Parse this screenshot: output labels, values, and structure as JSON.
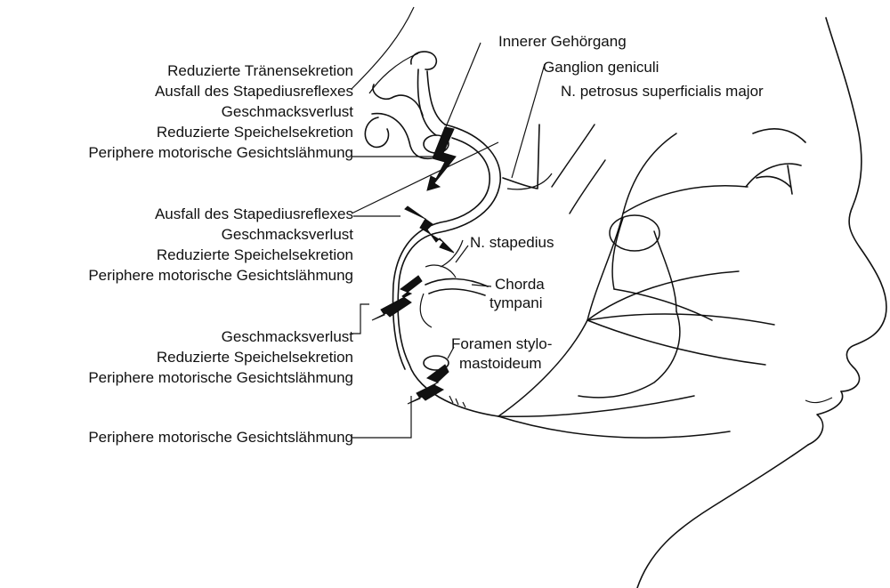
{
  "labels_right": {
    "inner_ear_canal": "Innerer Gehörgang",
    "ganglion_geniculi": "Ganglion geniculi",
    "n_petrosus": "N. petrosus superficialis major",
    "n_stapedius": "N. stapedius",
    "chorda_1": "Chorda",
    "chorda_2": "tympani",
    "foramen_1": "Foramen stylo-",
    "foramen_2": "mastoideum"
  },
  "group1": [
    "Reduzierte Tränensekretion",
    "Ausfall des Stapediusreflexes",
    "Geschmacksverlust",
    "Reduzierte Speichelsekretion",
    "Periphere motorische Gesichtslähmung"
  ],
  "group2": [
    "Ausfall des Stapediusreflexes",
    "Geschmacksverlust",
    "Reduzierte Speichelsekretion",
    "Periphere motorische Gesichtslähmung"
  ],
  "group3": [
    "Geschmacksverlust",
    "Reduzierte Speichelsekretion",
    "Periphere motorische Gesichtslähmung"
  ],
  "group4": [
    "Periphere motorische Gesichtslähmung"
  ]
}
